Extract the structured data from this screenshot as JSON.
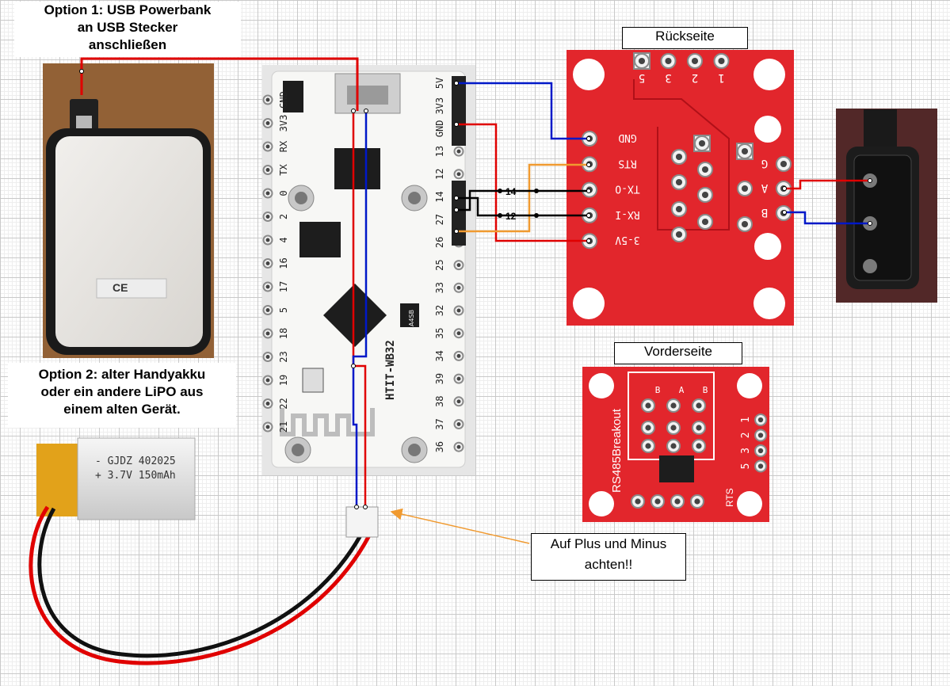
{
  "option1": {
    "line1": "Option 1: USB Powerbank",
    "line2": "an USB Stecker",
    "line3": "anschließen"
  },
  "option2": {
    "line1": "Option 2: alter Handyakku",
    "line2": "oder ein andere LiPO aus",
    "line3": "einem alten Gerät."
  },
  "labels": {
    "rueckseite": "Rückseite",
    "vorderseite": "Vorderseite",
    "note_line1": "Auf Plus und Minus",
    "note_line2": "achten!!"
  },
  "battery": {
    "line1": "-  GJDZ 402025",
    "line2": "+  3.7V 150mAh"
  },
  "esp": {
    "silk_name": "HTIT-WB32",
    "chip_marking": "A4SB",
    "left_pins": [
      "GND",
      "3V3",
      "RX",
      "TX",
      "0",
      "2",
      "4",
      "16",
      "17",
      "5",
      "18",
      "23",
      "19",
      "22",
      "21"
    ],
    "right_pins": [
      "5V",
      "3V3",
      "GND",
      "13",
      "12",
      "14",
      "27",
      "26",
      "25",
      "33",
      "32",
      "35",
      "34",
      "39",
      "38",
      "37",
      "36"
    ]
  },
  "rs485_back": {
    "left_labels": [
      "GND",
      "RTS",
      "TX-O",
      "RX-I",
      "3-5V"
    ],
    "right_labels": [
      "G",
      "A",
      "B"
    ],
    "top_labels": [
      "5",
      "3",
      "2",
      "1"
    ]
  },
  "rs485_front": {
    "title": "RS485Breakout",
    "rts_label": "RTS",
    "right_labels": [
      "1",
      "2",
      "3",
      "5"
    ],
    "top_labels": [
      "B",
      "A",
      "B"
    ]
  },
  "wire_labels": {
    "w14": "14",
    "w12": "12"
  },
  "powerbank": {
    "ce_mark": "CE"
  },
  "colors": {
    "wire_red": "#e00000",
    "wire_blue": "#0018c8",
    "wire_orange": "#f09a30",
    "wire_black": "#000000",
    "board_red": "#e2262c",
    "annotation_arrow": "#f09a30"
  }
}
